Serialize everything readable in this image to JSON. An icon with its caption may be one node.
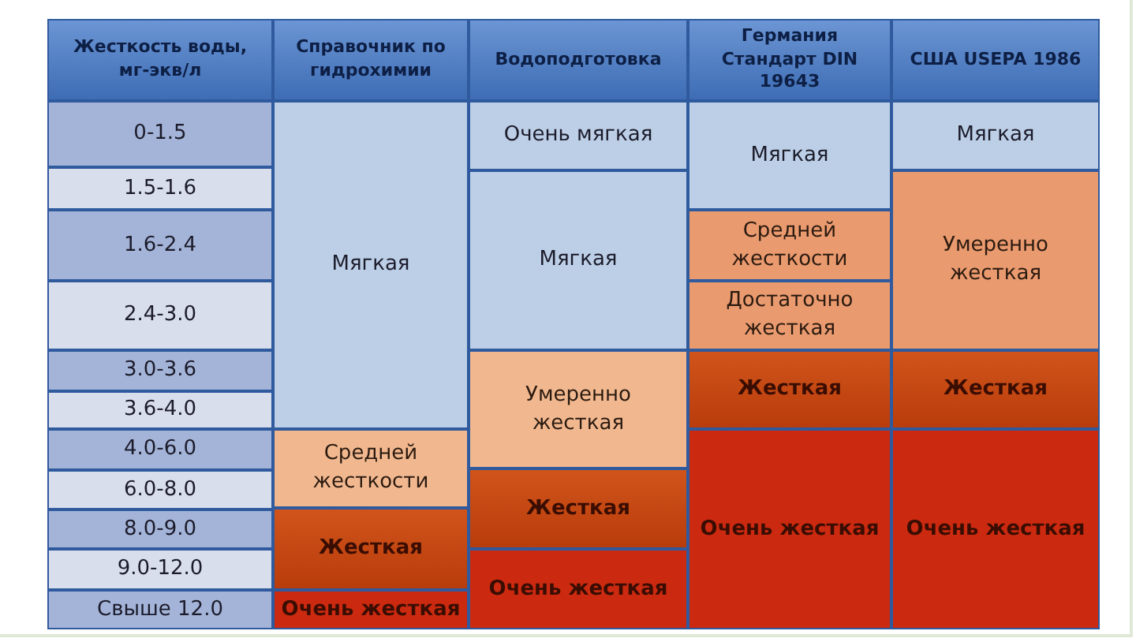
{
  "diagram": {
    "nodes": [
      {
        "text": [
          "Жесткость воды, мг-экв/л"
        ]
      },
      {
        "text": [
          "Справочник по гидрохимии"
        ]
      },
      {
        "text": [
          "Водоподготовка"
        ]
      },
      {
        "text": [
          "Германия Стандарт DIN 19643"
        ]
      },
      {
        "text": [
          "США USEPA 1986"
        ]
      },
      {
        "text": [
          "0-1.5"
        ]
      },
      {
        "text": [
          "Мягкая"
        ]
      },
      {
        "text": [
          "Очень мягкая"
        ]
      },
      {
        "text": [
          "Мягкая"
        ]
      },
      {
        "text": [
          "Мягкая"
        ]
      },
      {
        "text": [
          "1.5-1.6"
        ]
      },
      {
        "text": [
          "Мягкая"
        ]
      },
      {
        "text": [
          "Умеренно жесткая"
        ]
      },
      {
        "text": [
          "1.6-2.4"
        ]
      },
      {
        "text": [
          "Средней жесткости"
        ]
      },
      {
        "text": [
          "2.4-3.0"
        ]
      },
      {
        "text": [
          "Достаточно жесткая"
        ]
      },
      {
        "text": [
          "3.0-3.6"
        ]
      },
      {
        "text": [
          "Умеренно жесткая"
        ]
      },
      {
        "text": [
          "Жесткая"
        ]
      },
      {
        "text": [
          "Жесткая"
        ]
      },
      {
        "text": [
          "3.6-4.0"
        ]
      },
      {
        "text": [
          "4.0-6.0"
        ]
      },
      {
        "text": [
          "Средней жесткости"
        ]
      },
      {
        "text": [
          "Очень жесткая"
        ]
      },
      {
        "text": [
          "Очень жесткая"
        ]
      },
      {
        "text": [
          "6.0-8.0"
        ]
      },
      {
        "text": [
          "Жесткая"
        ]
      },
      {
        "text": [
          "8.0-9.0"
        ]
      },
      {
        "text": [
          "Жесткая"
        ]
      },
      {
        "text": [
          "9.0-12.0"
        ]
      },
      {
        "text": [
          "Очень жесткая"
        ]
      },
      {
        "text": [
          "Свыше 12.0"
        ]
      },
      {
        "text": [
          "Очень жесткая"
        ]
      }
    ]
  }
}
